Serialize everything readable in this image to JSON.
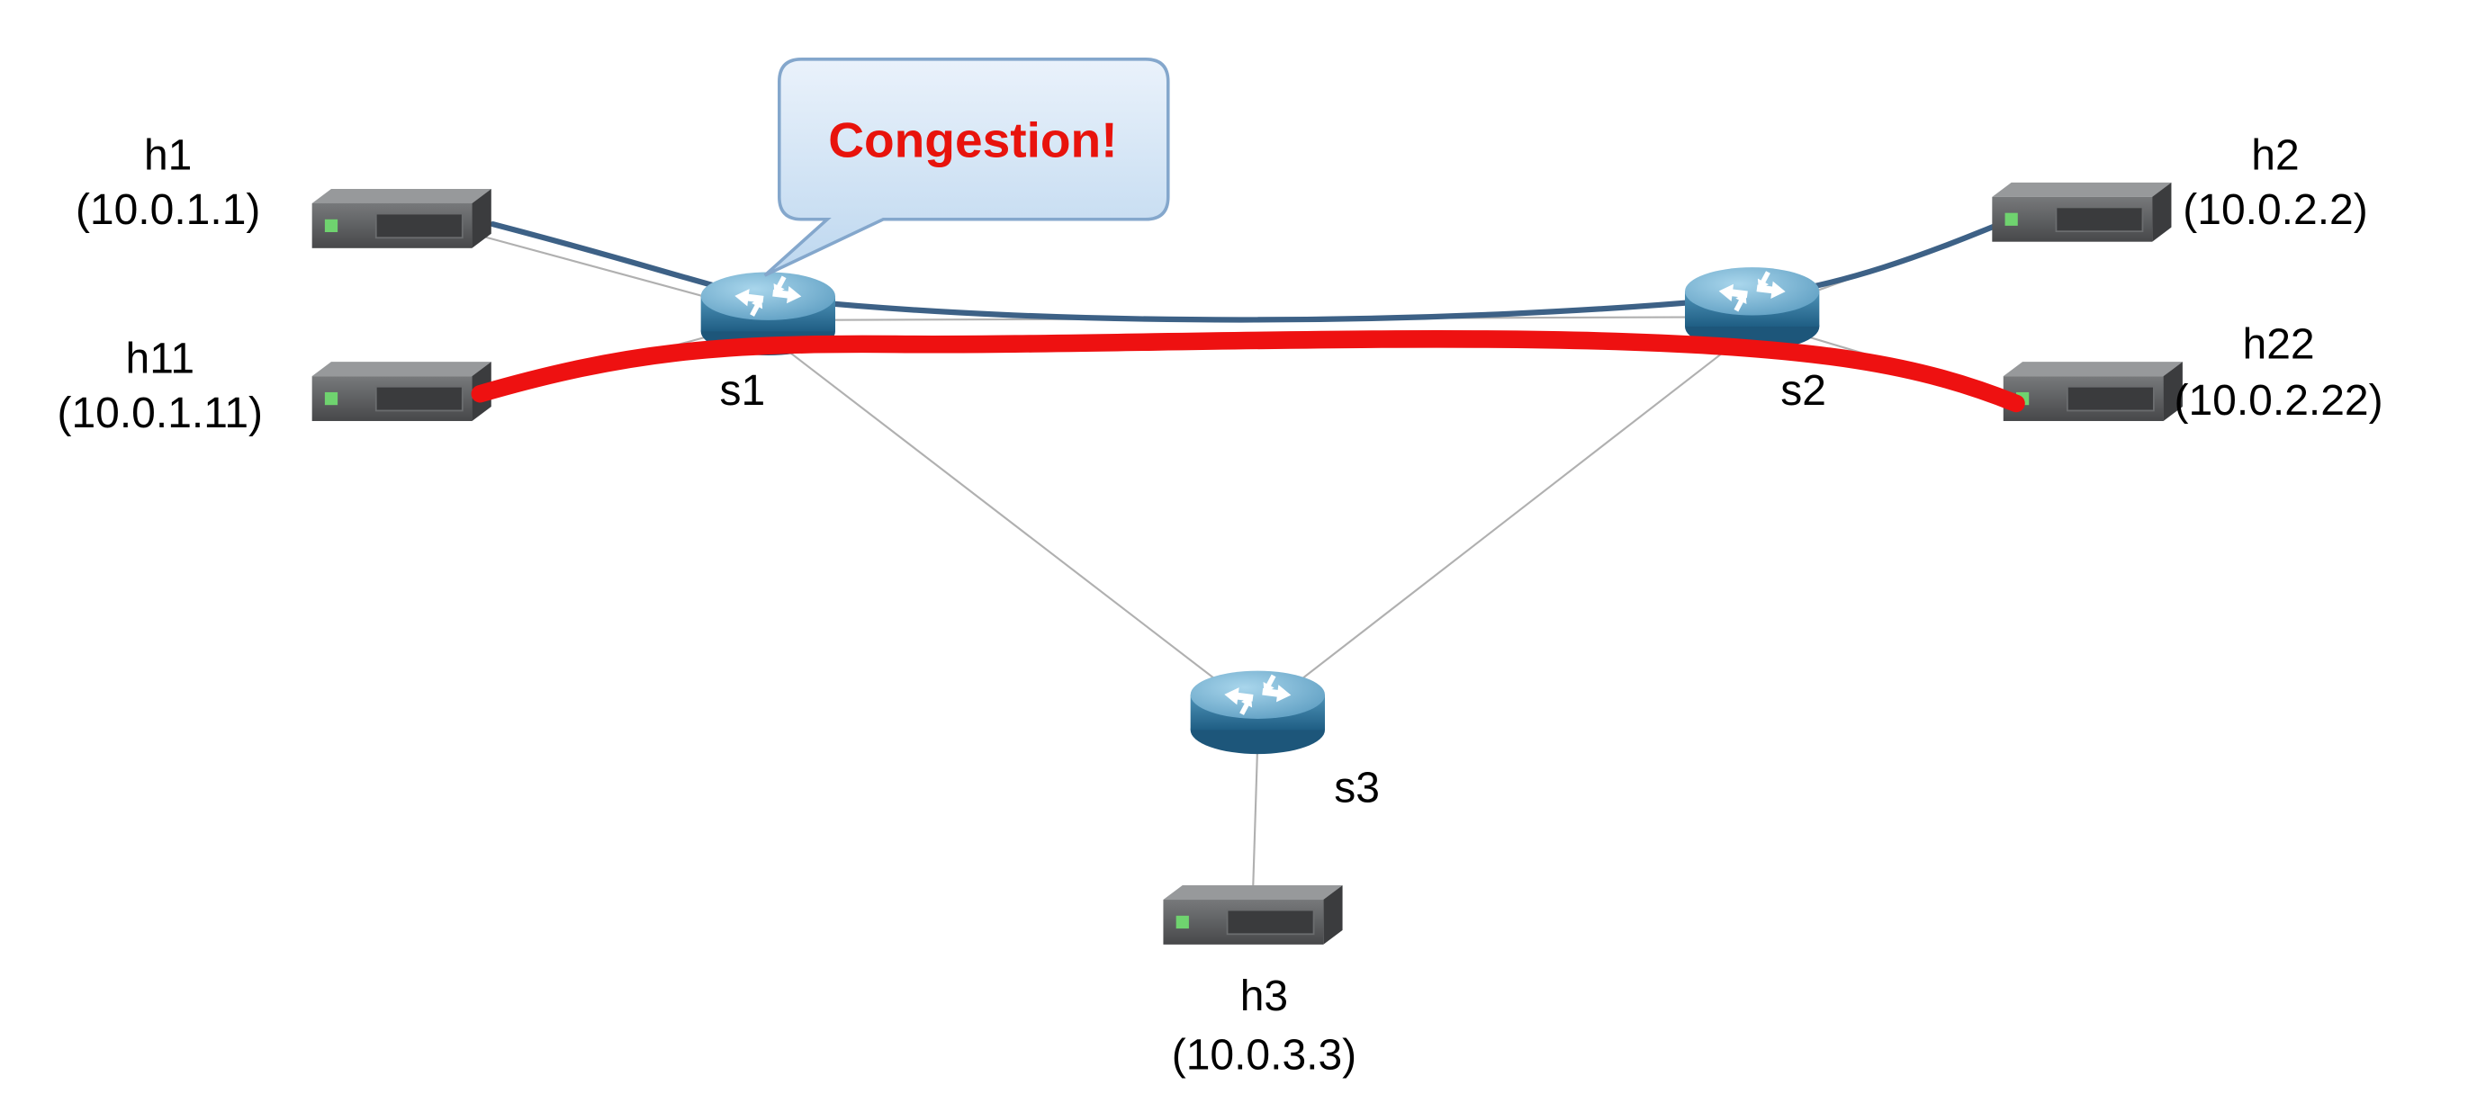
{
  "diagram": {
    "type": "network-topology",
    "callout": {
      "text": "Congestion!",
      "color": "#e8130c",
      "attached_to": "s1"
    },
    "switches": [
      {
        "id": "s1",
        "label": "s1"
      },
      {
        "id": "s2",
        "label": "s2"
      },
      {
        "id": "s3",
        "label": "s3"
      }
    ],
    "hosts": [
      {
        "id": "h1",
        "label": "h1",
        "ip": "(10.0.1.1)"
      },
      {
        "id": "h11",
        "label": "h11",
        "ip": "(10.0.1.11)"
      },
      {
        "id": "h2",
        "label": "h2",
        "ip": "(10.0.2.2)"
      },
      {
        "id": "h22",
        "label": "h22",
        "ip": "(10.0.2.22)"
      },
      {
        "id": "h3",
        "label": "h3",
        "ip": "(10.0.3.3)"
      }
    ],
    "links": [
      {
        "from": "h1",
        "to": "s1"
      },
      {
        "from": "h11",
        "to": "s1"
      },
      {
        "from": "s1",
        "to": "s2"
      },
      {
        "from": "s1",
        "to": "s3"
      },
      {
        "from": "s2",
        "to": "s3"
      },
      {
        "from": "s2",
        "to": "h2"
      },
      {
        "from": "s2",
        "to": "h22"
      },
      {
        "from": "s3",
        "to": "h3"
      }
    ],
    "flows": [
      {
        "name": "normal-flow",
        "path": [
          "h1",
          "s1",
          "s2",
          "h2"
        ],
        "color": "#3d6186"
      },
      {
        "name": "congested-flow",
        "path": [
          "h11",
          "s1",
          "s2",
          "h22"
        ],
        "color": "#ee1111"
      }
    ],
    "colors": {
      "congested_flow": "#ee1111",
      "normal_flow": "#3d6186",
      "plain_link": "#b0b0b0",
      "callout_text": "#e8130c",
      "callout_fill": "#cfe2f5",
      "switch_blue": "#3d84ab",
      "host_gray": "#555759"
    }
  }
}
